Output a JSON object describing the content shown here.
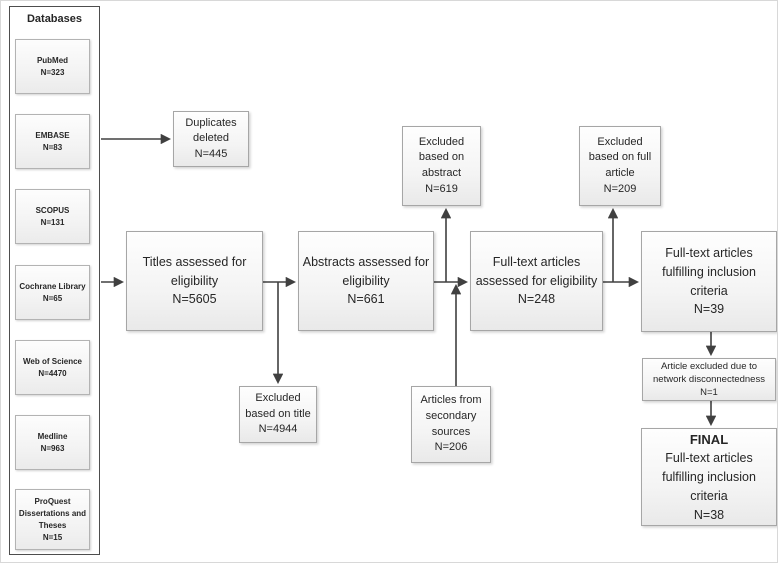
{
  "figure": {
    "type": "prisma-flow-diagram"
  },
  "databases": {
    "header": "Databases",
    "items": [
      {
        "label": "PubMed",
        "count": "N=323"
      },
      {
        "label": "EMBASE",
        "count": "N=83"
      },
      {
        "label": "SCOPUS",
        "count": "N=131"
      },
      {
        "label": "Cochrane Library",
        "count": "N=65"
      },
      {
        "label": "Web of Science",
        "count": "N=4470"
      },
      {
        "label": "Medline",
        "count": "N=963"
      },
      {
        "label": "ProQuest Dissertations and Theses",
        "count": "N=15"
      }
    ]
  },
  "nodes": {
    "duplicates_deleted": {
      "label": "Duplicates deleted",
      "count": "N=445"
    },
    "titles_assessed": {
      "label": "Titles assessed for eligibility",
      "count": "N=5605"
    },
    "excluded_title": {
      "label": "Excluded based on title",
      "count": "N=4944"
    },
    "abstracts_assessed": {
      "label": "Abstracts assessed for eligibility",
      "count": "N=661"
    },
    "excluded_abstract": {
      "label": "Excluded based on abstract",
      "count": "N=619"
    },
    "secondary_sources": {
      "label": "Articles from secondary sources",
      "count": "N=206"
    },
    "fulltext_assessed": {
      "label": "Full-text articles assessed for eligibility",
      "count": "N=248"
    },
    "excluded_fullarticle": {
      "label": "Excluded based on full article",
      "count": "N=209"
    },
    "fulltext_fulfilling": {
      "label": "Full-text articles fulfilling inclusion criteria",
      "count": "N=39"
    },
    "network_excluded": {
      "label": "Article excluded due to network disconnectedness",
      "count": "N=1"
    },
    "final": {
      "heading": "FINAL",
      "label": "Full-text articles fulfilling inclusion criteria",
      "count": "N=38"
    }
  },
  "colors": {
    "node_border": "#a6a6a6",
    "node_fill_top": "#fefefe",
    "node_fill_bottom": "#e9e9e9",
    "container_border": "#4d4d4d",
    "arrow": "#404040",
    "text": "#262626"
  }
}
